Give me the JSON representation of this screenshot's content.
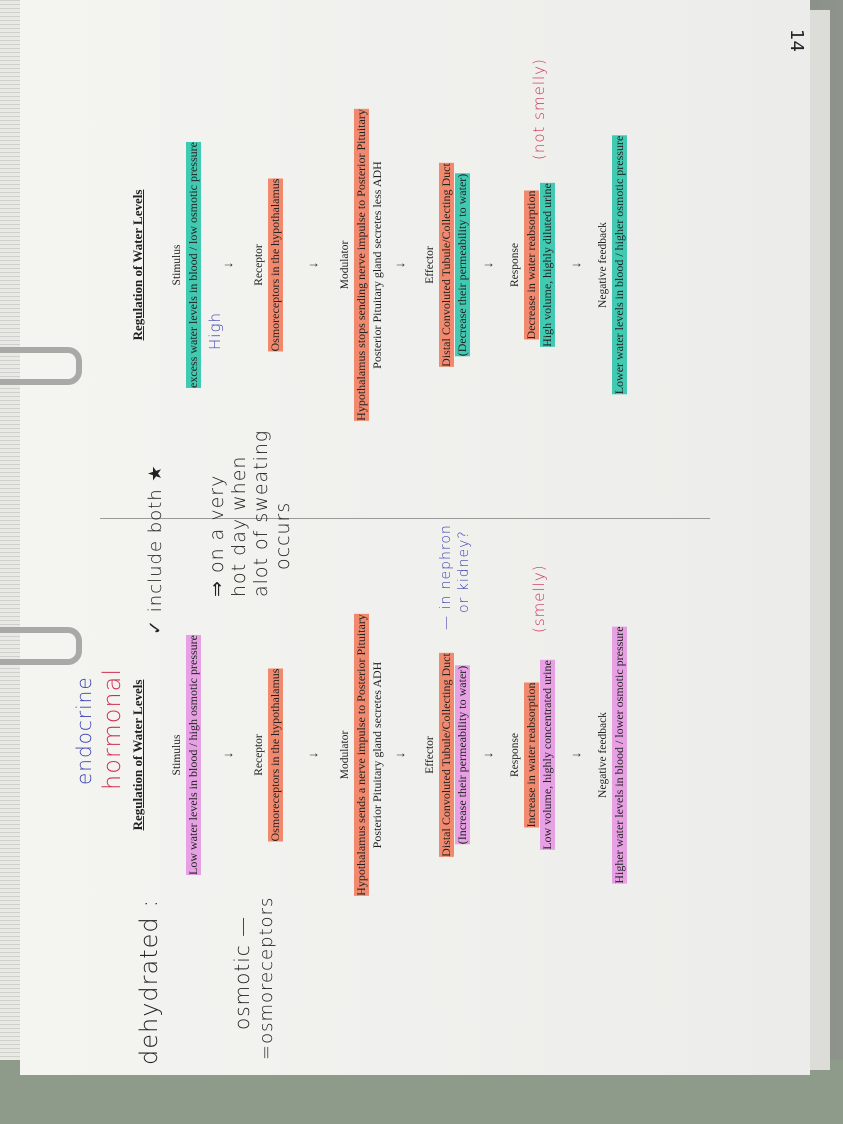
{
  "page_number": "14",
  "colors": {
    "pink_highlight": "#e7a0e4",
    "orange_highlight": "#f1896e",
    "teal_highlight": "#42c9b2",
    "blue_ink": "#3a3fb0",
    "red_ink": "#d03050"
  },
  "left": {
    "title": "Regulation of Water Levels",
    "stimulus_label": "Stimulus",
    "stimulus_text": "Low water levels in blood / high osmotic pressure",
    "receptor_label": "Receptor",
    "receptor_text": "Osmoreceptors in the hypothalamus",
    "modulator_label": "Modulator",
    "modulator_line1": "Hypothalamus sends a nerve impulse to Posterior Pituitary",
    "modulator_line2": "Posterior Pituitary gland secretes ADH",
    "effector_label": "Effector",
    "effector_line1": "Distal Convoluted Tubule/Collecting Duct",
    "effector_line2": "(Increase their permeability to water)",
    "response_label": "Response",
    "response_line1": "Increase in water reabsorption",
    "response_line2": "Low volume, highly concentrated urine",
    "feedback_label": "Negative feedback",
    "feedback_text": "Higher water levels in blood / lower osmotic pressure",
    "arrow": "↓"
  },
  "right": {
    "title": "Regulation of Water Levels",
    "stimulus_label": "Stimulus",
    "stimulus_text": "excess water levels in blood / low osmotic pressure",
    "receptor_label": "Receptor",
    "receptor_text": "Osmoreceptors in the hypothalamus",
    "modulator_label": "Modulator",
    "modulator_line1": "Hypothalamus stops sending nerve impulse to Posterior Pituitary",
    "modulator_line2": "Posterior Pituitary gland secretes less ADH",
    "effector_label": "Effector",
    "effector_line1": "Distal Convoluted Tubule/Collecting Duct",
    "effector_line2": "(Decrease their permeability to water)",
    "response_label": "Response",
    "response_line1": "Decrease in water reabsorption",
    "response_line2": "High volume, highly diluted urine",
    "feedback_label": "Negative feedback",
    "feedback_text": "Lower water levels in blood / higher osmotic pressure",
    "arrow": "↓"
  },
  "handwritten": {
    "endocrine": "endocrine",
    "hormonal": "hormonal",
    "dehydrated": "dehydrated :",
    "osmotic": "osmotic —",
    "osmoreceptors": "=osmoreceptors",
    "include_both": "✓ include both ★",
    "hot_day_1": "⇒ on a very",
    "hot_day_2": "hot day when",
    "hot_day_3": "alot of sweating",
    "hot_day_4": "occurs",
    "nephron_1": "— in nephron",
    "nephron_2": "or kidney?",
    "smelly": "(smelly)",
    "high": "High",
    "not_smelly": "(not smelly)"
  }
}
